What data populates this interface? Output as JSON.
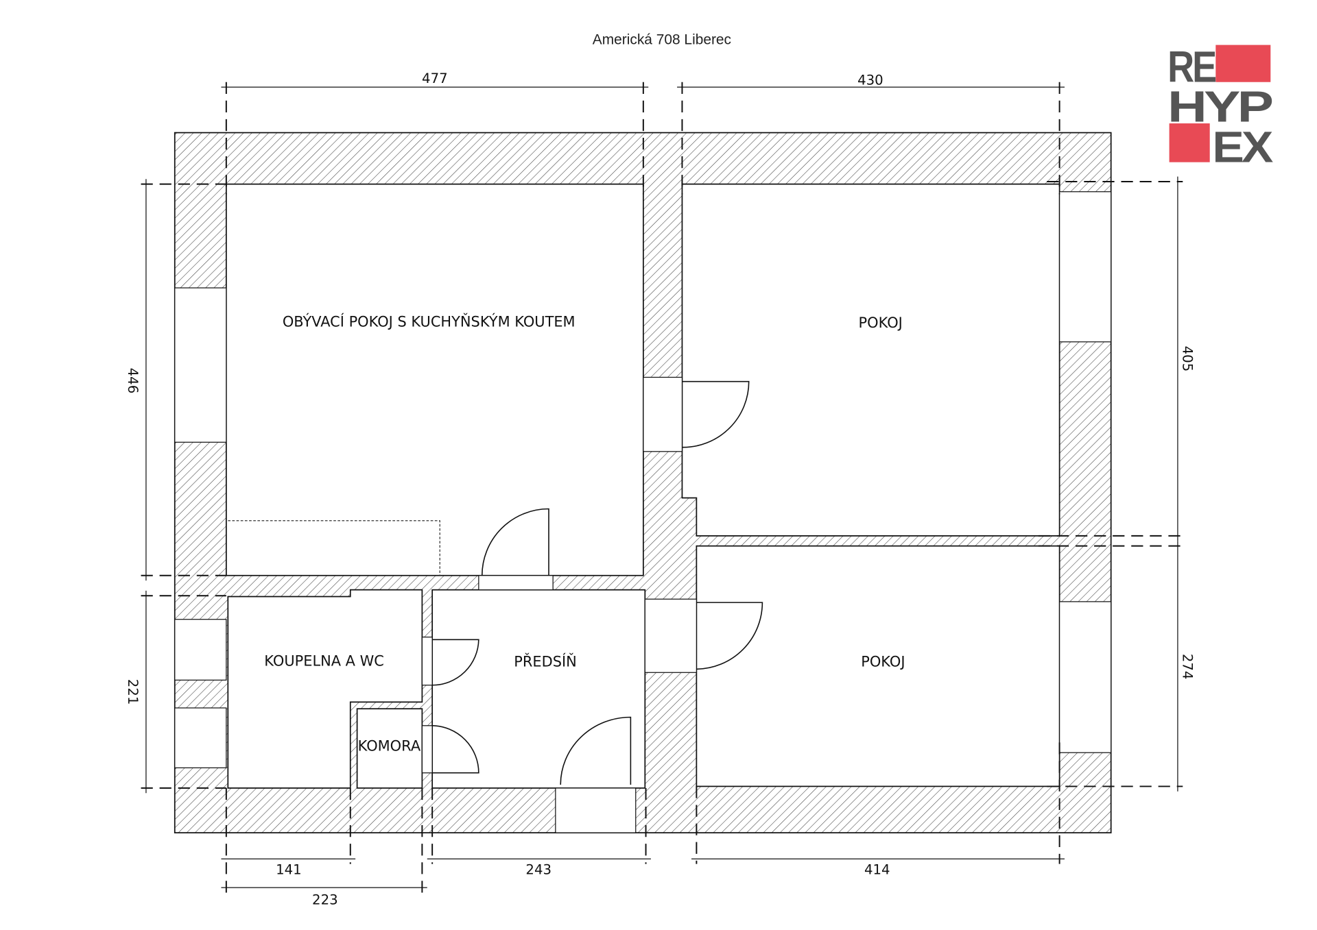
{
  "title": "Americká 708  Liberec",
  "logo": {
    "lines": [
      "RE",
      "HYP",
      "EX"
    ],
    "text_color": "#555555",
    "accent_color": "#e84a55"
  },
  "rooms": {
    "living": "OBÝVACÍ POKOJ S KUCHYŇSKÝM KOUTEM",
    "room_top": "POKOJ",
    "room_bottom": "POKOJ",
    "bathroom": "KOUPELNA A WC",
    "hall": "PŘEDSÍŇ",
    "storage": "KOMORA"
  },
  "dimensions": {
    "top_left": "477",
    "top_right": "430",
    "left_upper": "446",
    "left_lower": "221",
    "right_upper": "405",
    "right_lower": "274",
    "bottom_bathroom": "141",
    "bottom_bathroom_total": "223",
    "bottom_hall": "243",
    "bottom_room": "414"
  }
}
